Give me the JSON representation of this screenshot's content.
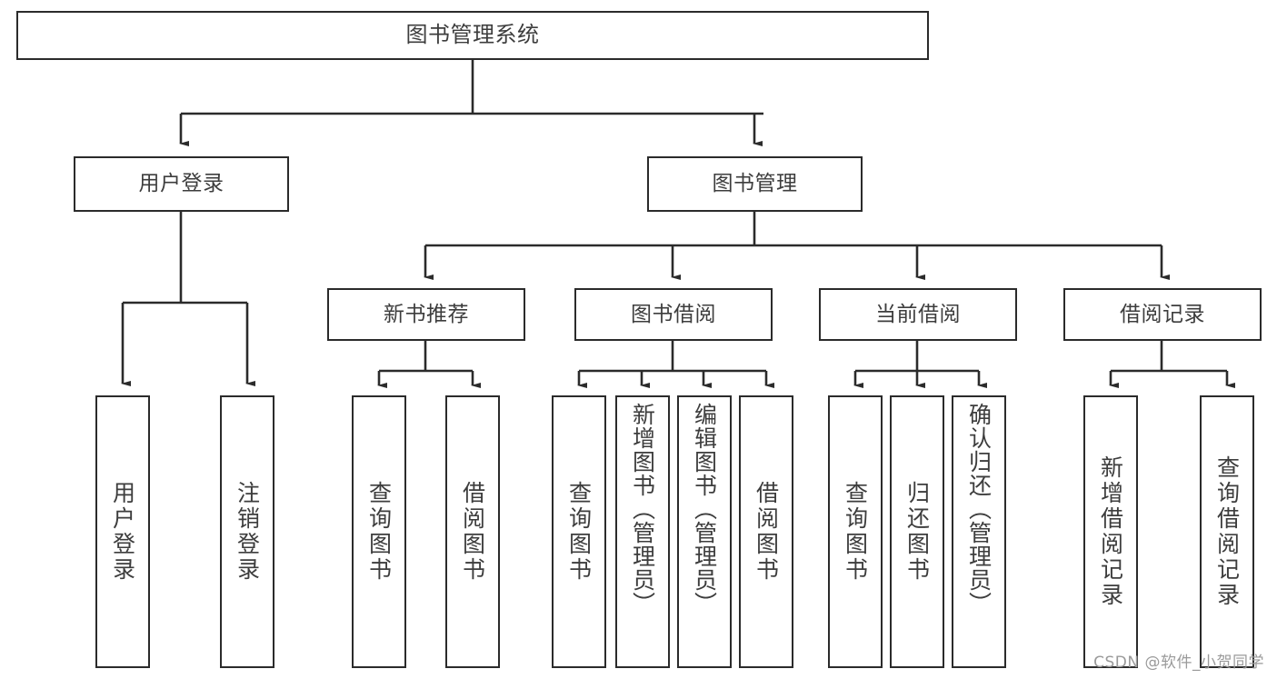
{
  "diagram": {
    "type": "tree-hierarchy",
    "title": "图书管理系统",
    "colors": {
      "border": "#2b2b2b",
      "text": "#3d3d3d",
      "background": "#ffffff",
      "edge": "#2b2b2b",
      "watermark": "#9a9a9a"
    },
    "nodes": {
      "root": {
        "label": "图书管理系统"
      },
      "level2": [
        {
          "id": "user-login",
          "label": "用户登录"
        },
        {
          "id": "book-management",
          "label": "图书管理"
        }
      ],
      "level3": [
        {
          "id": "new-book-recommend",
          "label": "新书推荐"
        },
        {
          "id": "book-borrow",
          "label": "图书借阅"
        },
        {
          "id": "current-borrow",
          "label": "当前借阅"
        },
        {
          "id": "borrow-record",
          "label": "借阅记录"
        }
      ],
      "leaves": {
        "user_login": [
          {
            "id": "leaf-user-login",
            "label": "用户登录"
          },
          {
            "id": "leaf-logout-login",
            "label": "注销登录"
          }
        ],
        "new_book_recommend": [
          {
            "id": "leaf-query-book-1",
            "label": "查询图书"
          },
          {
            "id": "leaf-borrow-book-1",
            "label": "借阅图书"
          }
        ],
        "book_borrow": [
          {
            "id": "leaf-query-book-2",
            "label": "查询图书"
          },
          {
            "id": "leaf-add-book",
            "label": "新增图书（管理员）"
          },
          {
            "id": "leaf-edit-book",
            "label": "编辑图书（管理员）"
          },
          {
            "id": "leaf-borrow-book-2",
            "label": "借阅图书"
          }
        ],
        "current_borrow": [
          {
            "id": "leaf-query-book-3",
            "label": "查询图书"
          },
          {
            "id": "leaf-return-book",
            "label": "归还图书"
          },
          {
            "id": "leaf-confirm-return",
            "label": "确认归还（管理员）"
          }
        ],
        "borrow_record": [
          {
            "id": "leaf-add-record",
            "label": "新增借阅记录"
          },
          {
            "id": "leaf-query-record",
            "label": "查询借阅记录"
          }
        ]
      }
    }
  },
  "watermark": {
    "text": "CSDN @软件_小贺同学"
  }
}
